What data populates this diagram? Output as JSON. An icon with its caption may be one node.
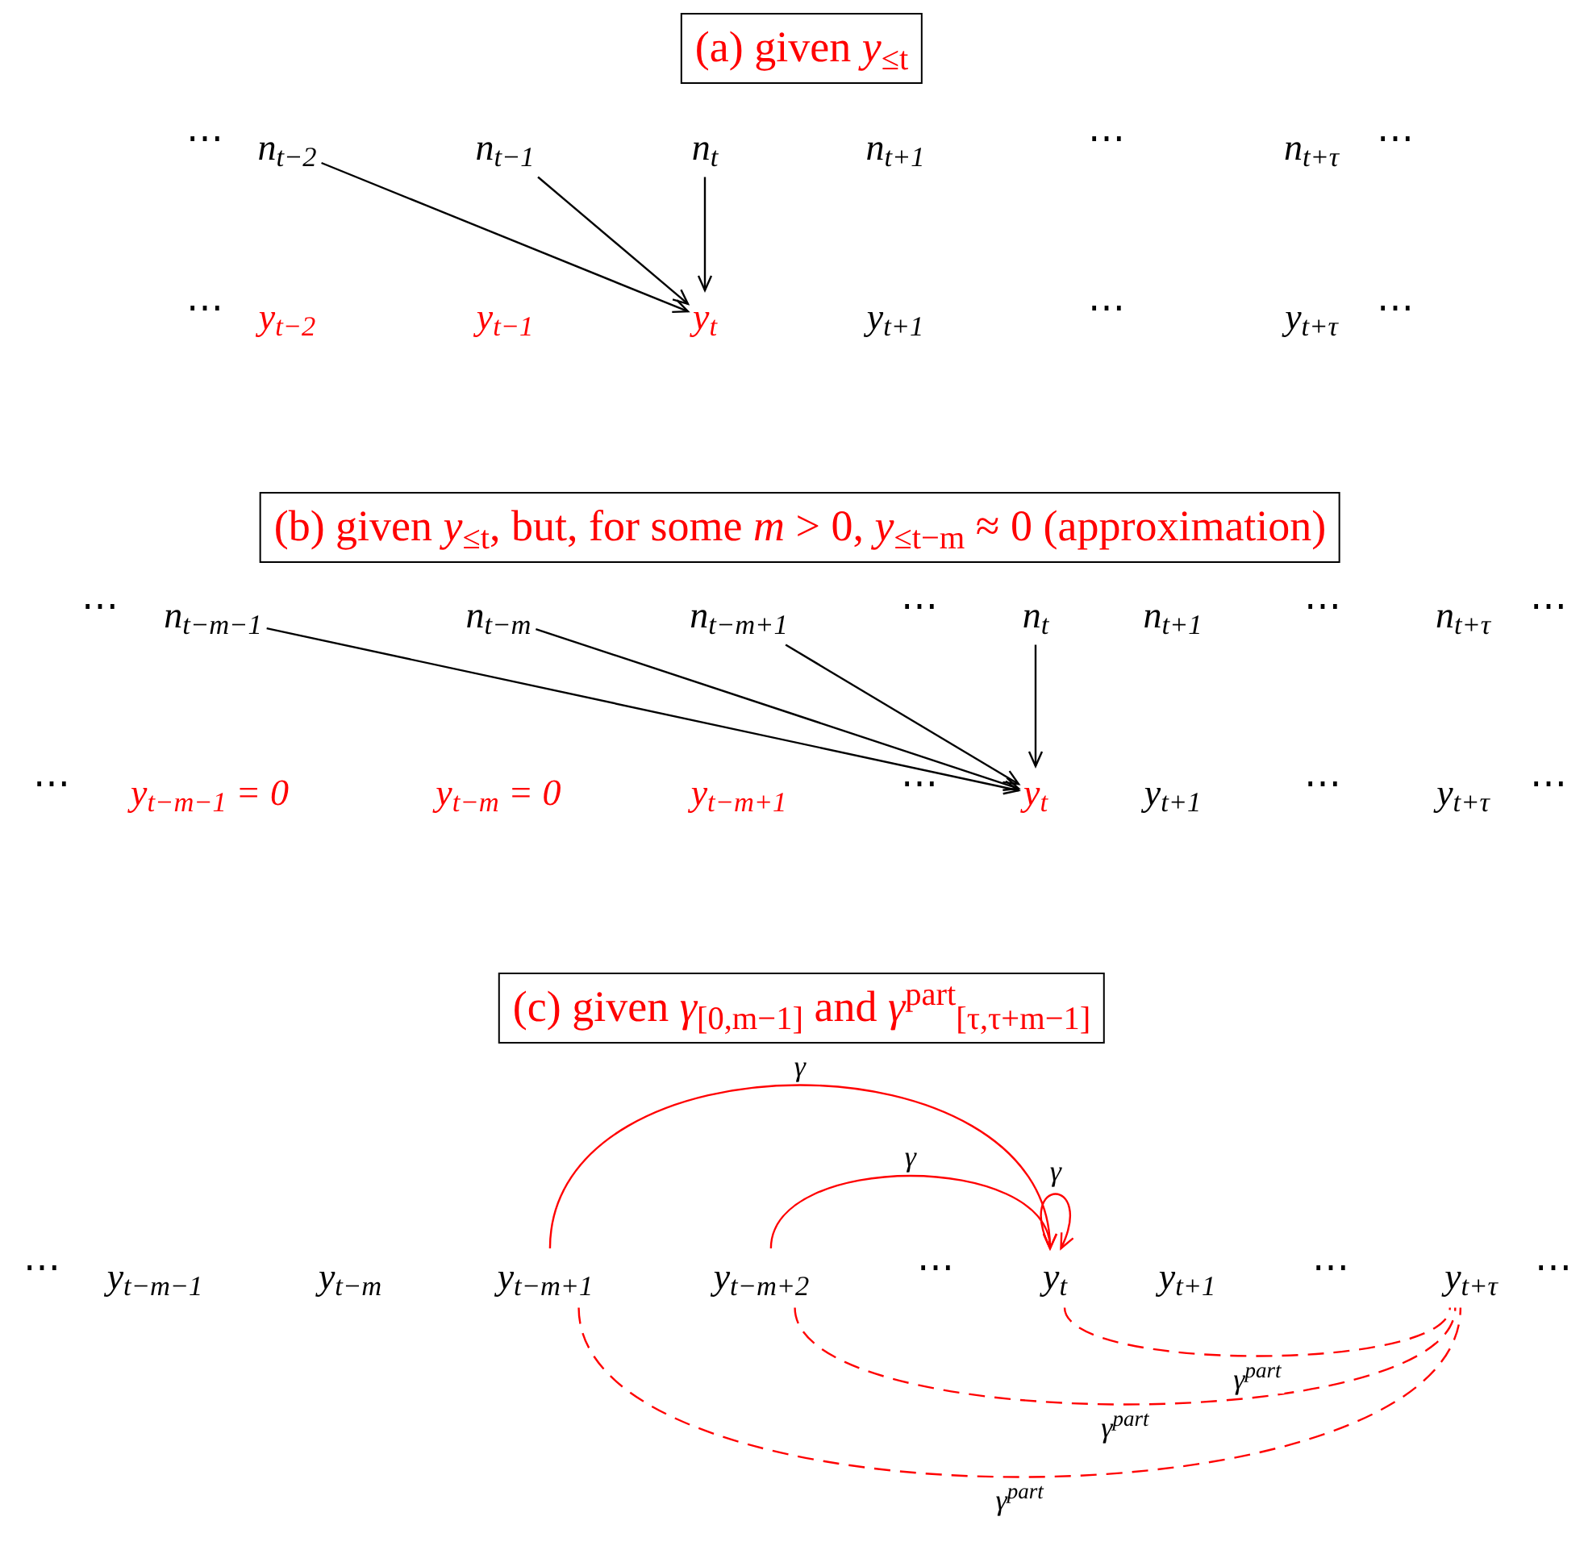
{
  "diagram": {
    "nodes": [
      {
        "text": [
          "(a) given *y*$_{≤t}$"
        ]
      },
      {
        "text": [
          "*n*$_{t−2}$"
        ]
      },
      {
        "text": [
          "*n*$_{t−1}$"
        ]
      },
      {
        "text": [
          "*n*$_{t}$"
        ]
      },
      {
        "text": [
          "*n*$_{t+1}$"
        ]
      },
      {
        "text": [
          "*n*$_{t+τ}$"
        ]
      },
      {
        "text": [
          "*y*$_{t−2}$"
        ]
      },
      {
        "text": [
          "*y*$_{t−1}$"
        ]
      },
      {
        "text": [
          "*y*$_{t}$"
        ]
      },
      {
        "text": [
          "*y*$_{t+1}$"
        ]
      },
      {
        "text": [
          "*y*$_{t+τ}$"
        ]
      },
      {
        "text": [
          "(b) given *y*$_{≤t}$, but, for some *m* > 0, *y*$_{≤t−m}$ ≈ 0 (approximation)"
        ]
      },
      {
        "text": [
          "*n*$_{t−m−1}$"
        ]
      },
      {
        "text": [
          "*n*$_{t−m}$"
        ]
      },
      {
        "text": [
          "*n*$_{t−m+1}$"
        ]
      },
      {
        "text": [
          "*n*$_{t}$"
        ]
      },
      {
        "text": [
          "*n*$_{t+1}$"
        ]
      },
      {
        "text": [
          "*n*$_{t+τ}$"
        ]
      },
      {
        "text": [
          "*y*$_{t−m−1}$ = 0"
        ]
      },
      {
        "text": [
          "*y*$_{t−m}$ = 0"
        ]
      },
      {
        "text": [
          "*y*$_{t−m+1}$"
        ]
      },
      {
        "text": [
          "*y*$_{t}$"
        ]
      },
      {
        "text": [
          "*y*$_{t+1}$"
        ]
      },
      {
        "text": [
          "*y*$_{t+τ}$"
        ]
      },
      {
        "text": [
          "(c) given *γ*$_{[0,m−1]}$ and *γ*$^{part}$$_{[τ,τ+m−1]}$"
        ]
      },
      {
        "text": [
          "*y*$_{t−m−1}$"
        ]
      },
      {
        "text": [
          "*y*$_{t−m}$"
        ]
      },
      {
        "text": [
          "*y*$_{t−m+1}$"
        ]
      },
      {
        "text": [
          "*y*$_{t−m+2}$"
        ]
      },
      {
        "text": [
          "*y*$_{t}$"
        ]
      },
      {
        "text": [
          "*y*$_{t+1}$"
        ]
      },
      {
        "text": [
          "*y*$_{t+τ}$"
        ]
      }
    ],
    "edges": [
      {
        "from": 1,
        "to": 8,
        "arrow": "to"
      },
      {
        "from": 2,
        "to": 8,
        "arrow": "to"
      },
      {
        "from": 3,
        "to": 8,
        "arrow": "to"
      },
      {
        "from": 12,
        "to": 21,
        "arrow": "to"
      },
      {
        "from": 13,
        "to": 21,
        "arrow": "to"
      },
      {
        "from": 14,
        "to": 21,
        "arrow": "to"
      },
      {
        "from": 15,
        "to": 21,
        "arrow": "to"
      },
      {
        "from": 27,
        "to": 29,
        "arrow": "to",
        "label": "γ",
        "color": "#ff0000"
      },
      {
        "from": 28,
        "to": 29,
        "arrow": "to",
        "label": "γ",
        "color": "#ff0000"
      },
      {
        "from": 29,
        "to": 29,
        "arrow": "to",
        "label": "γ",
        "color": "#ff0000"
      },
      {
        "from": 29,
        "to": 31,
        "arrow": "none",
        "label": "γ$^{part}$",
        "style": "dashed",
        "color": "#ff0000"
      },
      {
        "from": 28,
        "to": 31,
        "arrow": "none",
        "label": "γ$^{part}$",
        "style": "dashed",
        "color": "#ff0000"
      },
      {
        "from": 27,
        "to": 31,
        "arrow": "none",
        "label": "γ$^{part}$",
        "style": "dashed",
        "color": "#ff0000"
      }
    ],
    "labels": [
      "⋯",
      "⋯",
      "⋯",
      "⋯",
      "⋯",
      "⋯",
      "⋯",
      "⋯",
      "⋯",
      "⋯",
      "⋯",
      "⋯",
      "⋯",
      "⋯",
      "⋯",
      "⋯",
      "⋯",
      "⋯"
    ]
  }
}
